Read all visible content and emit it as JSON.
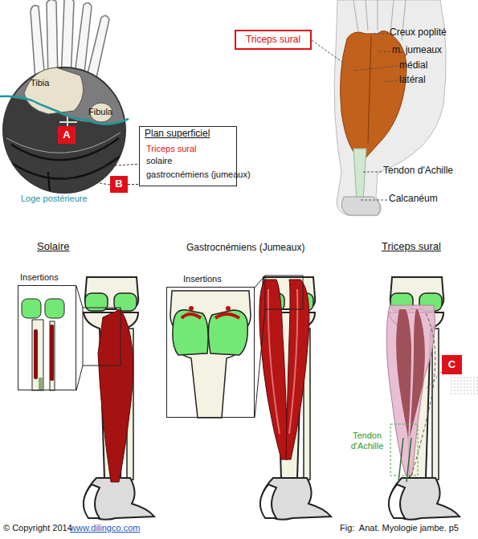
{
  "diagram": {
    "nodes": [
      {
        "text": [
          "A"
        ]
      },
      {
        "text": [
          "Plan superficiel",
          "Triceps sural",
          "solaire",
          "gastrocnémiens (jumeaux)"
        ]
      },
      {
        "text": [
          "B"
        ]
      },
      {
        "text": [
          "Triceps sural"
        ]
      },
      {
        "text": [
          "Insertions"
        ]
      },
      {
        "text": [
          "Insertions"
        ]
      },
      {
        "text": [
          "C"
        ]
      }
    ],
    "edges": [
      {
        "from": 2,
        "to": 1,
        "arrow": "none"
      }
    ],
    "labels": [
      "Tibia",
      "Fibula",
      "Loge postérieure",
      "Creux poplité",
      "m. jumeaux",
      "médial",
      "latéral",
      "Tendon d'Achille",
      "Calcanéum",
      "Solaire",
      "Gastrocnémiens (Jumeaux)",
      "Triceps sural",
      "Tendon d'Achille",
      "© Copyright 2014",
      "www.dilingco.com",
      "Fig:  Anat. Myologie jambe. p5"
    ]
  }
}
